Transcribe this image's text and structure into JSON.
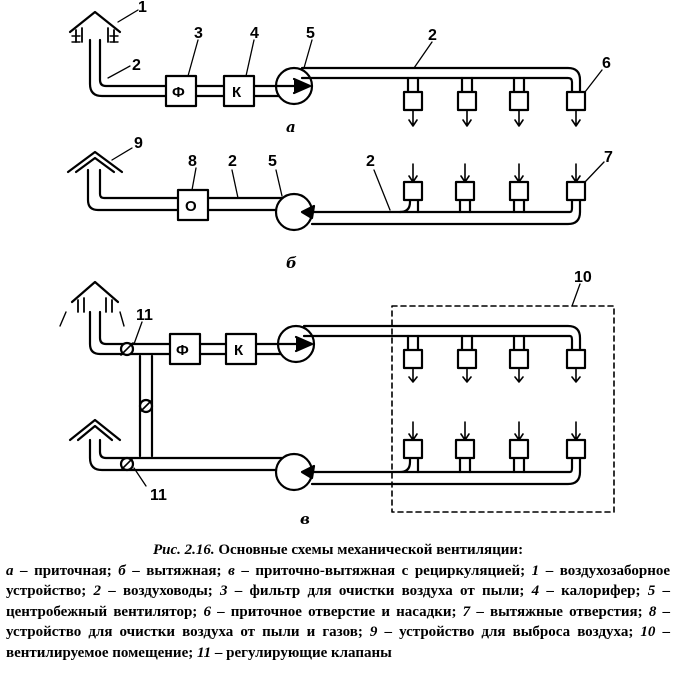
{
  "schemes": {
    "a": {
      "label": "а"
    },
    "b": {
      "label": "б"
    },
    "c": {
      "label": "в"
    }
  },
  "callouts": {
    "n1": "1",
    "n2": "2",
    "n3": "3",
    "n4": "4",
    "n5": "5",
    "n6": "6",
    "n7": "7",
    "n8": "8",
    "n9": "9",
    "n10": "10",
    "n11": "11"
  },
  "boxes": {
    "filter": "Ф",
    "heater": "К",
    "cleaner": "О"
  },
  "caption": {
    "fig": "Рис. 2.16.",
    "title": "Основные схемы механической вентиляции:",
    "body": [
      {
        "k": "а",
        "t": " – приточная; "
      },
      {
        "k": "б",
        "t": " – вытяжная; "
      },
      {
        "k": "в",
        "t": " – приточно-вытяжная с рециркуляцией; "
      },
      {
        "k": "1",
        "t": " – воздухозаборное устройство; "
      },
      {
        "k": "2",
        "t": " – воздуховоды; "
      },
      {
        "k": "3",
        "t": " – фильтр для очистки воздуха от пыли; "
      },
      {
        "k": "4",
        "t": " – калорифер; "
      },
      {
        "k": "5",
        "t": " – центробежный вентилятор; "
      },
      {
        "k": "6",
        "t": " – приточное отверстие и насадки; "
      },
      {
        "k": "7",
        "t": " – вытяжные отверстия; "
      },
      {
        "k": "8",
        "t": " – устройство для очистки воздуха от пыли и газов; "
      },
      {
        "k": "9",
        "t": " – устройство для выброса воздуха; "
      },
      {
        "k": "10",
        "t": " – вентилируемое помещение; "
      },
      {
        "k": "11",
        "t": " – регулирующие клапаны"
      }
    ]
  }
}
